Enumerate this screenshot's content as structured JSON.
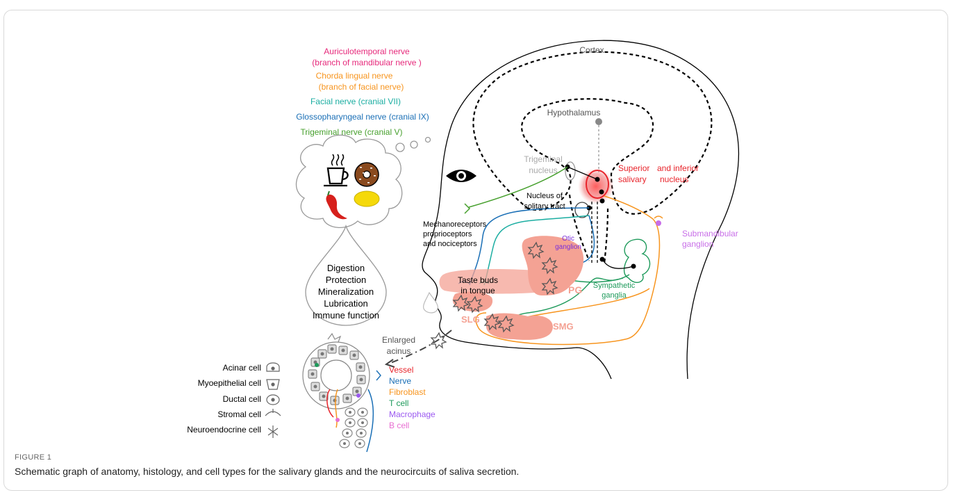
{
  "figure": {
    "label": "FIGURE 1",
    "caption": "Schematic graph of anatomy, histology, and cell types for the salivary glands and the neurocircuits of saliva secretion."
  },
  "legend_nerves": [
    {
      "lines": [
        "Auriculotemporal nerve",
        "(branch of mandibular nerve )"
      ],
      "color": "#e6287a"
    },
    {
      "lines": [
        "Chorda lingual nerve",
        "(branch of facial nerve)"
      ],
      "color": "#f7941d"
    },
    {
      "lines": [
        "Facial nerve (cranial VII)"
      ],
      "color": "#1aada1"
    },
    {
      "lines": [
        "Glossopharyngeal nerve (cranial IX)"
      ],
      "color": "#1a6fb6"
    },
    {
      "lines": [
        "Trigeminal nerve (cranial V)"
      ],
      "color": "#47a02e"
    }
  ],
  "functions": [
    "Digestion",
    "Protection",
    "Mineralization",
    "Lubrication",
    "Immune function"
  ],
  "brain": {
    "cortex": "Cortex",
    "hypothalamus": "Hypothalamus",
    "trigeminal_nucleus": [
      "Trigeminal",
      "nucleus"
    ],
    "salivary_nucleus": [
      "Superior",
      "and  inferior",
      "salivary",
      "nucleus"
    ],
    "solitary_tract": [
      "Nucleus of",
      "solitary tract"
    ]
  },
  "anatomy": {
    "mechanoreceptors": [
      "Mechanoreceptors",
      "proprioceptors",
      "and nociceptors"
    ],
    "taste_buds": [
      "Taste buds",
      "in tongue"
    ],
    "otic_ganglion": [
      "Otic",
      "ganglion"
    ],
    "submandibular_ganglion": [
      "Submandibular",
      "ganglion"
    ],
    "sympathetic_ganglia": [
      "Sympathetic",
      "ganglia"
    ],
    "pg": "PG",
    "slg": "SLG",
    "smg": "SMG",
    "enlarged_acinus": [
      "Enlarged",
      "acinus"
    ]
  },
  "cell_types_left": [
    "Acinar cell",
    "Myoepithelial cell",
    "Ductal cell",
    "Stromal cell",
    "Neuroendocrine cell"
  ],
  "cell_types_right": [
    {
      "label": "Vessel",
      "color": "#e8242b"
    },
    {
      "label": "Nerve",
      "color": "#1a6fb6"
    },
    {
      "label": "Fibroblast",
      "color": "#f7941d"
    },
    {
      "label": "T cell",
      "color": "#1e9a5b"
    },
    {
      "label": "Macrophage",
      "color": "#9b59f0"
    },
    {
      "label": "B cell",
      "color": "#e86fd2"
    }
  ],
  "food_icons": [
    "coffee-cup-icon",
    "donut-icon",
    "chili-pepper-icon",
    "lemon-icon"
  ],
  "colors": {
    "gland_fill": "#f4a294",
    "salivary_nucleus_red": "#e8242b",
    "submandibular_purple": "#c86ee8",
    "sympathetic_green": "#1e9a5b"
  }
}
